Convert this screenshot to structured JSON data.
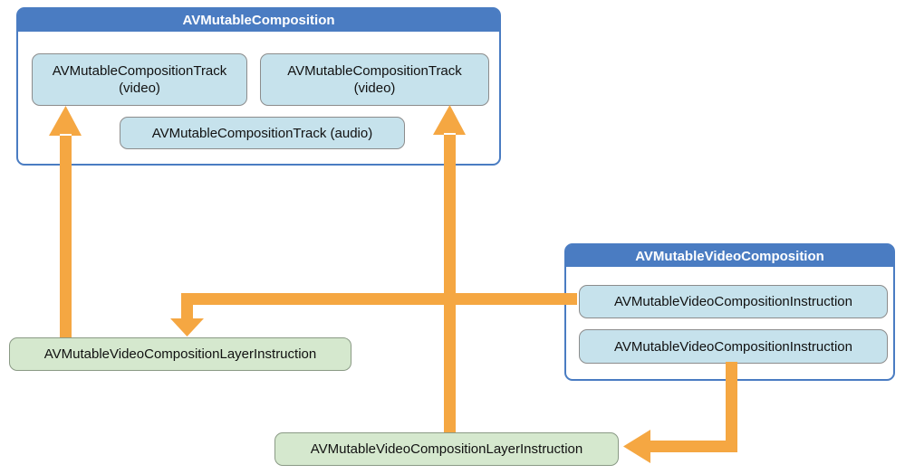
{
  "colors": {
    "header_blue": "#4A7CC2",
    "container_border_blue": "#4A7CC2",
    "track_box_fill": "#C6E2EC",
    "track_box_border": "#8C8C8C",
    "green_box_fill": "#D5E8CE",
    "green_box_border": "#8A9A85",
    "arrow_orange": "#F5A742"
  },
  "composition": {
    "title": "AVMutableComposition",
    "tracks": [
      {
        "label": "AVMutableCompositionTrack",
        "sublabel": "(video)"
      },
      {
        "label": "AVMutableCompositionTrack",
        "sublabel": "(video)"
      },
      {
        "label": "AVMutableCompositionTrack (audio)"
      }
    ]
  },
  "video_composition": {
    "title": "AVMutableVideoComposition",
    "instructions": [
      {
        "label": "AVMutableVideoCompositionInstruction"
      },
      {
        "label": "AVMutableVideoCompositionInstruction"
      }
    ]
  },
  "layer_instructions": [
    {
      "label": "AVMutableVideoCompositionLayerInstruction"
    },
    {
      "label": "AVMutableVideoCompositionLayerInstruction"
    }
  ],
  "icons": {
    "up_arrow": "arrow-up",
    "down_arrow": "arrow-down",
    "left_arrow": "arrow-left"
  }
}
